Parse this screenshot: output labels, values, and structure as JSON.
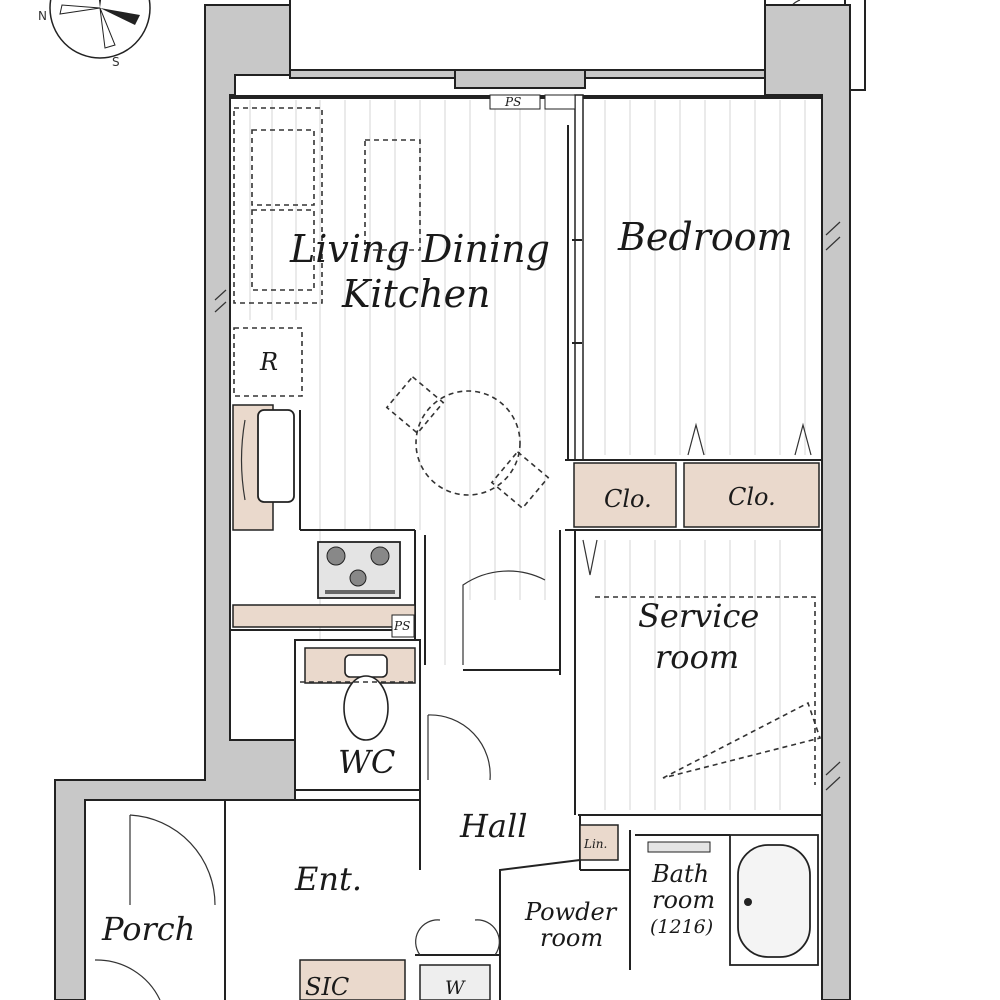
{
  "rooms": {
    "ldk_line1": "Living Dining",
    "ldk_line2": "Kitchen",
    "bedroom": "Bedroom",
    "service_line1": "Service",
    "service_line2": "room",
    "closet_a": "Clo.",
    "closet_b": "Clo.",
    "wc": "WC",
    "hall": "Hall",
    "entrance": "Ent.",
    "porch": "Porch",
    "powder_line1": "Powder",
    "powder_line2": "room",
    "bath_line1": "Bath",
    "bath_line2": "room",
    "bath_line3": "(1216)",
    "linen": "Lin.",
    "shoe_closet": "SIC",
    "washer": "W"
  },
  "fixtures": {
    "fridge": "R",
    "pipe_space_top": "PS",
    "pipe_space_mid": "PS"
  },
  "colors": {
    "wall": "#c8c8c8",
    "storage": "#ead9cc",
    "line": "#222222"
  },
  "icons": [
    "compass-rose-icon",
    "toilet-icon",
    "stove-icon",
    "bathtub-icon",
    "sink-icon"
  ]
}
